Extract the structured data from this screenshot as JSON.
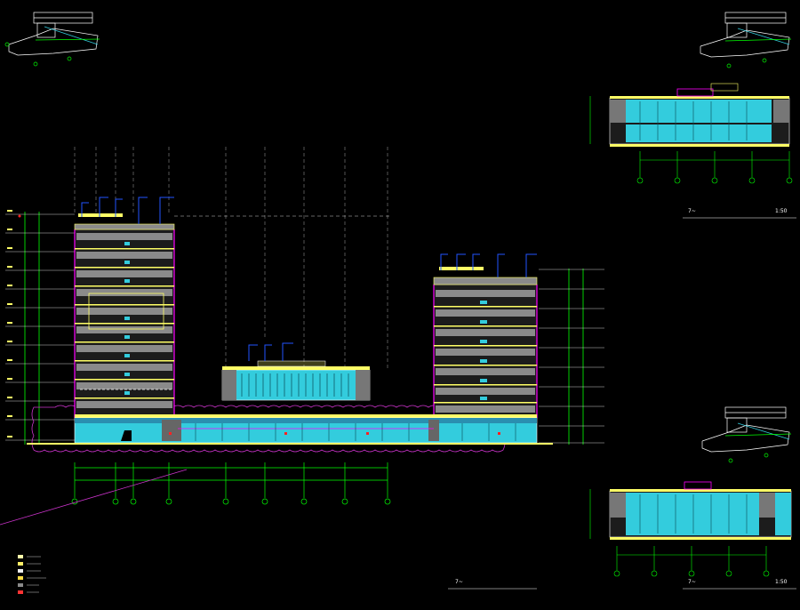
{
  "colors": {
    "background": "#000000",
    "outline_white": "#ffffff",
    "grid_green": "#00ff00",
    "slab_yellow": "#ffff66",
    "facade_cyan": "#33ccdd",
    "magenta": "#ff00ff",
    "wall_gray": "#8a8a8a",
    "callout_blue": "#2255ff",
    "red_mark": "#ff2222",
    "cloud_magenta": "#cc33cc"
  },
  "main_elevation": {
    "name": "main-elevation-drawing"
  },
  "minor_elevations": [
    {
      "name": "elevation-top-right",
      "title": "7~",
      "scale": "1:50"
    },
    {
      "name": "elevation-bottom-right",
      "title": "7~",
      "scale": "1:50"
    }
  ],
  "bottom_title": {
    "text": "7~"
  },
  "legend": {
    "items": [
      {
        "swatch": "#ffffaa"
      },
      {
        "swatch": "#ffee66"
      },
      {
        "swatch": "#eeeeee"
      },
      {
        "swatch": "#ffdd44"
      },
      {
        "swatch": "#8a8a8a"
      },
      {
        "swatch": "#ff3333"
      }
    ]
  },
  "icons": {
    "key_plan": "key-plan-icon",
    "axis_bubble": "axis-bubble-icon",
    "level_marker": "level-marker-icon"
  }
}
